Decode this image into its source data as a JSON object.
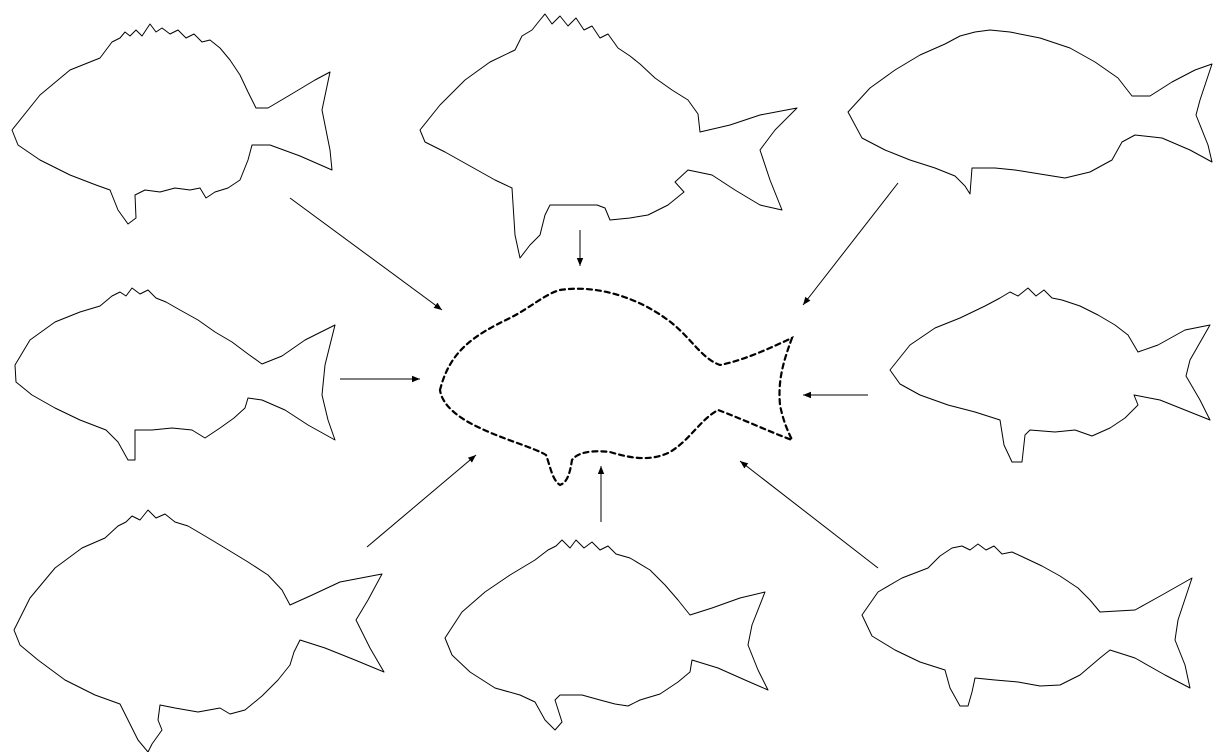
{
  "figure": {
    "description_text": "",
    "colors": {
      "outline": "#000000",
      "background": "#ffffff"
    }
  },
  "shapes": [
    {
      "id": "fish-1",
      "role": "sample",
      "pos": "top-left"
    },
    {
      "id": "fish-2",
      "role": "sample",
      "pos": "top-center"
    },
    {
      "id": "fish-3",
      "role": "sample",
      "pos": "top-right"
    },
    {
      "id": "fish-4",
      "role": "sample",
      "pos": "middle-left"
    },
    {
      "id": "fish-5",
      "role": "sample",
      "pos": "middle-right"
    },
    {
      "id": "fish-6",
      "role": "sample",
      "pos": "bottom-left"
    },
    {
      "id": "fish-7",
      "role": "sample",
      "pos": "bottom-center"
    },
    {
      "id": "fish-8",
      "role": "sample",
      "pos": "bottom-right"
    },
    {
      "id": "mean-fish",
      "role": "average (dashed)",
      "pos": "center"
    }
  ],
  "edges": [
    {
      "from": "fish-1",
      "to": "mean-fish"
    },
    {
      "from": "fish-2",
      "to": "mean-fish"
    },
    {
      "from": "fish-3",
      "to": "mean-fish"
    },
    {
      "from": "fish-4",
      "to": "mean-fish"
    },
    {
      "from": "fish-5",
      "to": "mean-fish"
    },
    {
      "from": "fish-6",
      "to": "mean-fish"
    },
    {
      "from": "fish-7",
      "to": "mean-fish"
    },
    {
      "from": "fish-8",
      "to": "mean-fish"
    }
  ]
}
